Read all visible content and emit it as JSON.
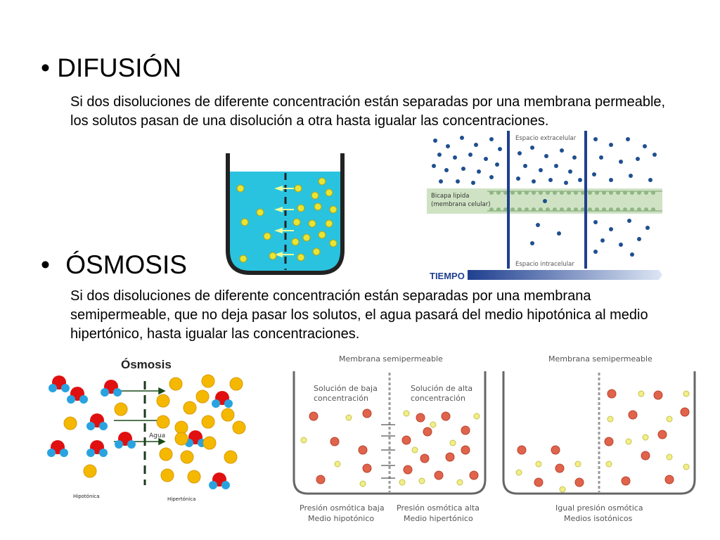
{
  "sections": [
    {
      "bullet": "•",
      "heading": "DIFUSIÓN",
      "text": "Si dos disoluciones de diferente concentración están separadas por una membrana permeable, los solutos pasan de una disolución a otra hasta igualar las concentraciones."
    },
    {
      "bullet": "•",
      "heading": "ÓSMOSIS",
      "text": "Si dos disoluciones de diferente concentración están separadas por una membrana semipermeable, que no deja pasar los solutos, el agua pasará del medio hipotónica al medio hipertónico, hasta igualar las concentraciones."
    }
  ],
  "membrane_figure": {
    "extracellular": "Espacio  extracelular",
    "bilayer_line1": "Bicapa lipida",
    "bilayer_line2": "(membrana celular)",
    "intracellular": "Espacio  intracelular",
    "time": "TIEMPO"
  },
  "osmosis_figure": {
    "title": "Ósmosis",
    "water": "Agua",
    "left": "Hipotónica",
    "right": "Hipertónica"
  },
  "beaker_figure": {
    "membrane1": "Membrana semipermeable",
    "low_conc_line1": "Solución de baja",
    "low_conc_line2": "concentración",
    "high_conc_line1": "Solución de alta",
    "high_conc_line2": "concentración",
    "low_pressure": "Presión osmótica baja",
    "low_medium": "Medio hipotónico",
    "high_pressure": "Presión osmótica alta",
    "high_medium": "Medio hipertónico",
    "membrane2": "Membrana semipermeable",
    "equal_pressure": "Igual presión osmótica",
    "isotonic": "Medios isotónicos"
  },
  "colors": {
    "water": "#29c3e0",
    "solute": "#e8e534",
    "particle_dark": "#1f4f8f",
    "oxygen": "#e01010",
    "hydrogen": "#29a3e0",
    "solute_osm": "#f5b800",
    "beaker_red": "#e0634b",
    "beaker_yellow": "#f1ee8a"
  }
}
